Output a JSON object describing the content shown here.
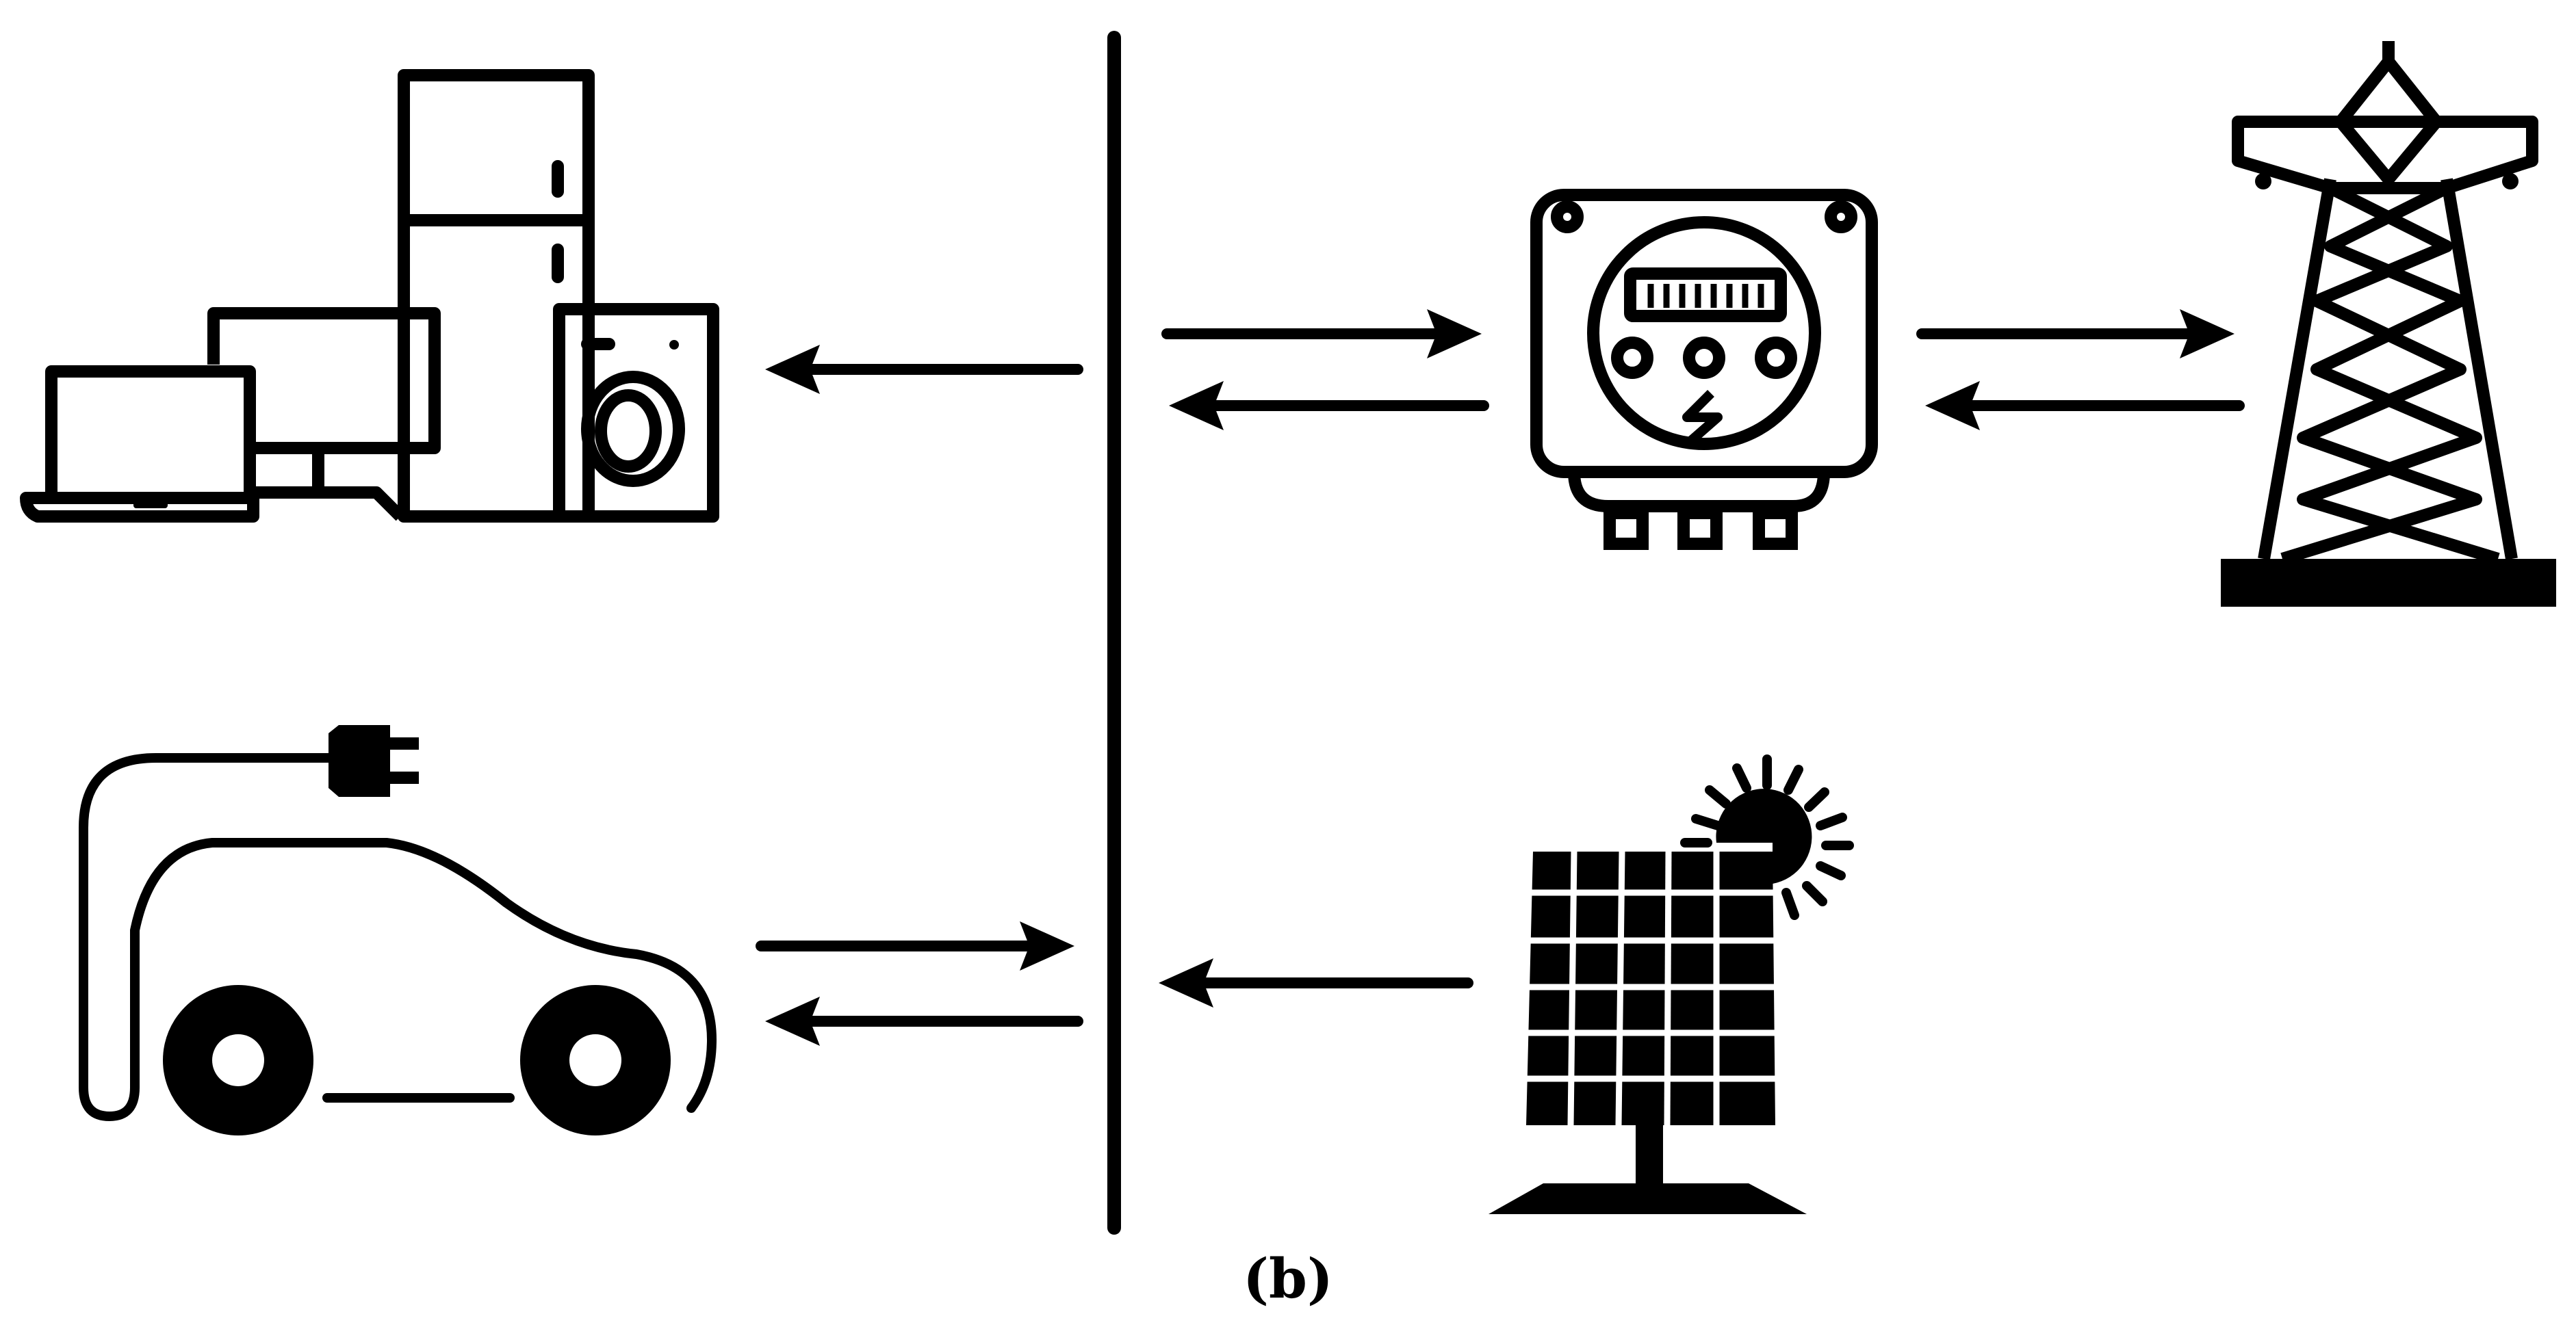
{
  "caption": "(b)",
  "colors": {
    "stroke": "#000000",
    "background": "#ffffff"
  },
  "nodes": [
    {
      "id": "home-appliances",
      "icon": "appliances-icon"
    },
    {
      "id": "smart-meter",
      "icon": "smart-meter-icon"
    },
    {
      "id": "power-grid",
      "icon": "transmission-tower-icon"
    },
    {
      "id": "electric-vehicle",
      "icon": "electric-car-icon"
    },
    {
      "id": "solar-pv",
      "icon": "solar-panel-icon"
    }
  ],
  "connections": [
    {
      "from": "bus",
      "to": "home-appliances",
      "direction": "one-way"
    },
    {
      "from": "bus",
      "to": "smart-meter",
      "direction": "two-way"
    },
    {
      "from": "smart-meter",
      "to": "power-grid",
      "direction": "two-way"
    },
    {
      "from": "bus",
      "to": "electric-vehicle",
      "direction": "two-way"
    },
    {
      "from": "solar-pv",
      "to": "bus",
      "direction": "one-way"
    }
  ]
}
